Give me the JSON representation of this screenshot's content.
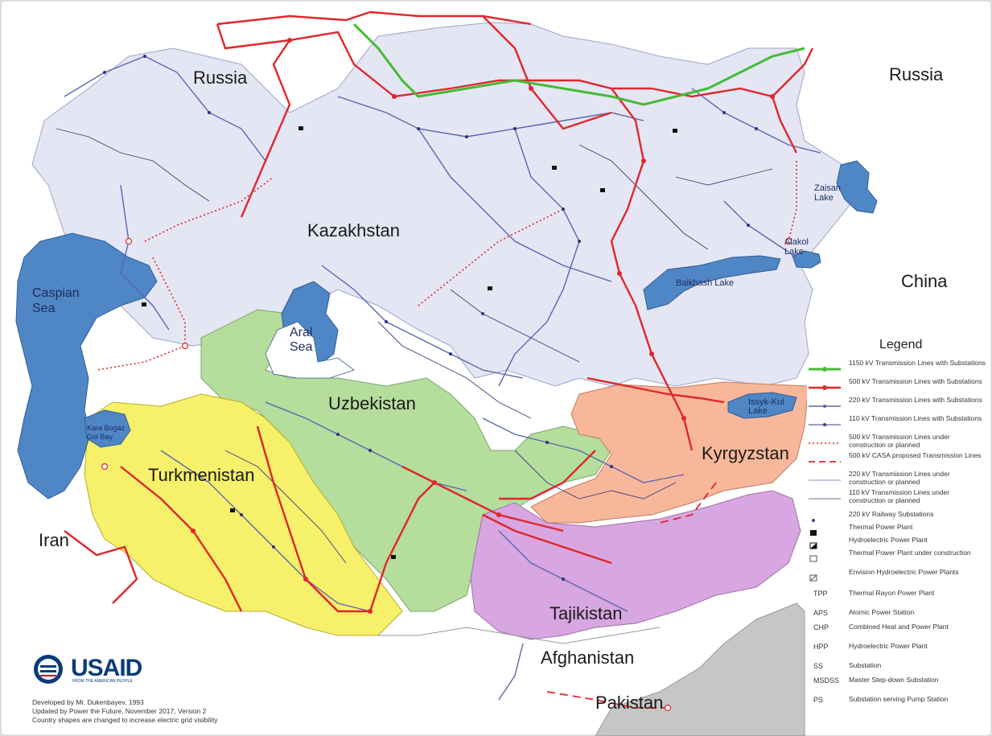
{
  "countries": {
    "russia_west": "Russia",
    "russia_east": "Russia",
    "kazakhstan": "Kazakhstan",
    "china": "China",
    "uzbekistan": "Uzbekistan",
    "turkmenistan": "Turkmenistan",
    "kyrgyzstan": "Kyrgyzstan",
    "iran": "Iran",
    "tajikistan": "Tajikistan",
    "afghanistan": "Afghanistan",
    "pakistan": "Pakistan"
  },
  "water": {
    "caspian": "Caspian\nSea",
    "aral": "Aral\nSea",
    "balkhash": "Balkhash Lake",
    "zaisan": "Zaisan\nLake",
    "alakol": "Alakol\nLake",
    "issyk": "Issyk-Kul\nLake",
    "karabogaz": "Kara Bogaz\nGol Bay"
  },
  "colors": {
    "russia": "#ffffff",
    "kazakhstan": "#e4e6f4",
    "uzbekistan": "#b5dd9c",
    "turkmenistan": "#f6f06a",
    "kyrgyzstan": "#f8b79a",
    "tajikistan": "#d8a6e0",
    "afghanistan": "#ffffff",
    "pakistan": "#c6c6c6",
    "water": "#4f86c6",
    "line_1150": "#44bb33",
    "line_500": "#e0262b",
    "line_220": "#5a66b0",
    "line_110": "#3a3f7a"
  },
  "legend": {
    "title": "Legend",
    "lines": [
      {
        "text": "1150 kV Transmission Lines with Substations",
        "style": "line-1150"
      },
      {
        "text": "500 kV Transmission Lines with Substations",
        "style": "line-500"
      },
      {
        "text": "220 kV Transmission Lines with Substations",
        "style": "line-220"
      },
      {
        "text": "110 kV Transmission Lines with Substations",
        "style": "line-110"
      },
      {
        "text": "500 kV Transmission Lines under construction or planned",
        "style": "dotted-500"
      },
      {
        "text": "500 kV CASA proposed Transmission Lines",
        "style": "dashed-500"
      },
      {
        "text": "220 kV Transmission Lines under construction or planned",
        "style": "thin-220"
      },
      {
        "text": "110 kV Transmission Lines under construction or planned",
        "style": "thin-110"
      }
    ],
    "symbols": [
      {
        "text": "220 kV Railway Substations",
        "style": "dot"
      },
      {
        "text": "Thermal Power Plant",
        "style": "square"
      },
      {
        "text": "Hydroelectric Power Plant",
        "style": "half-square"
      },
      {
        "text": "Thermal Power Plant under construction",
        "style": "open-square"
      },
      {
        "text": "Envision Hydroelectric Power Plants",
        "style": "open-half"
      }
    ],
    "abbreviations": [
      {
        "abbr": "TPP",
        "text": "Thermal Rayon Power Plant"
      },
      {
        "abbr": "APS",
        "text": "Atomic Power Station"
      },
      {
        "abbr": "CHP",
        "text": "Combined Heat and Power Plant"
      },
      {
        "abbr": "HPP",
        "text": "Hydroelectric Power Plant"
      },
      {
        "abbr": "SS",
        "text": "Substation"
      },
      {
        "abbr": "MSDSS",
        "text": "Master Step-down Substation"
      },
      {
        "abbr": "PS",
        "text": "Substation serving Pump Station"
      }
    ]
  },
  "logo": {
    "name": "USAID",
    "tagline": "FROM THE AMERICAN PEOPLE"
  },
  "credits": [
    "Developed by Mr. Dukenbayev, 1993",
    "Updated by Power the Future, November 2017, Version 2",
    "Country shapes are changed to increase electric grid visibility"
  ]
}
